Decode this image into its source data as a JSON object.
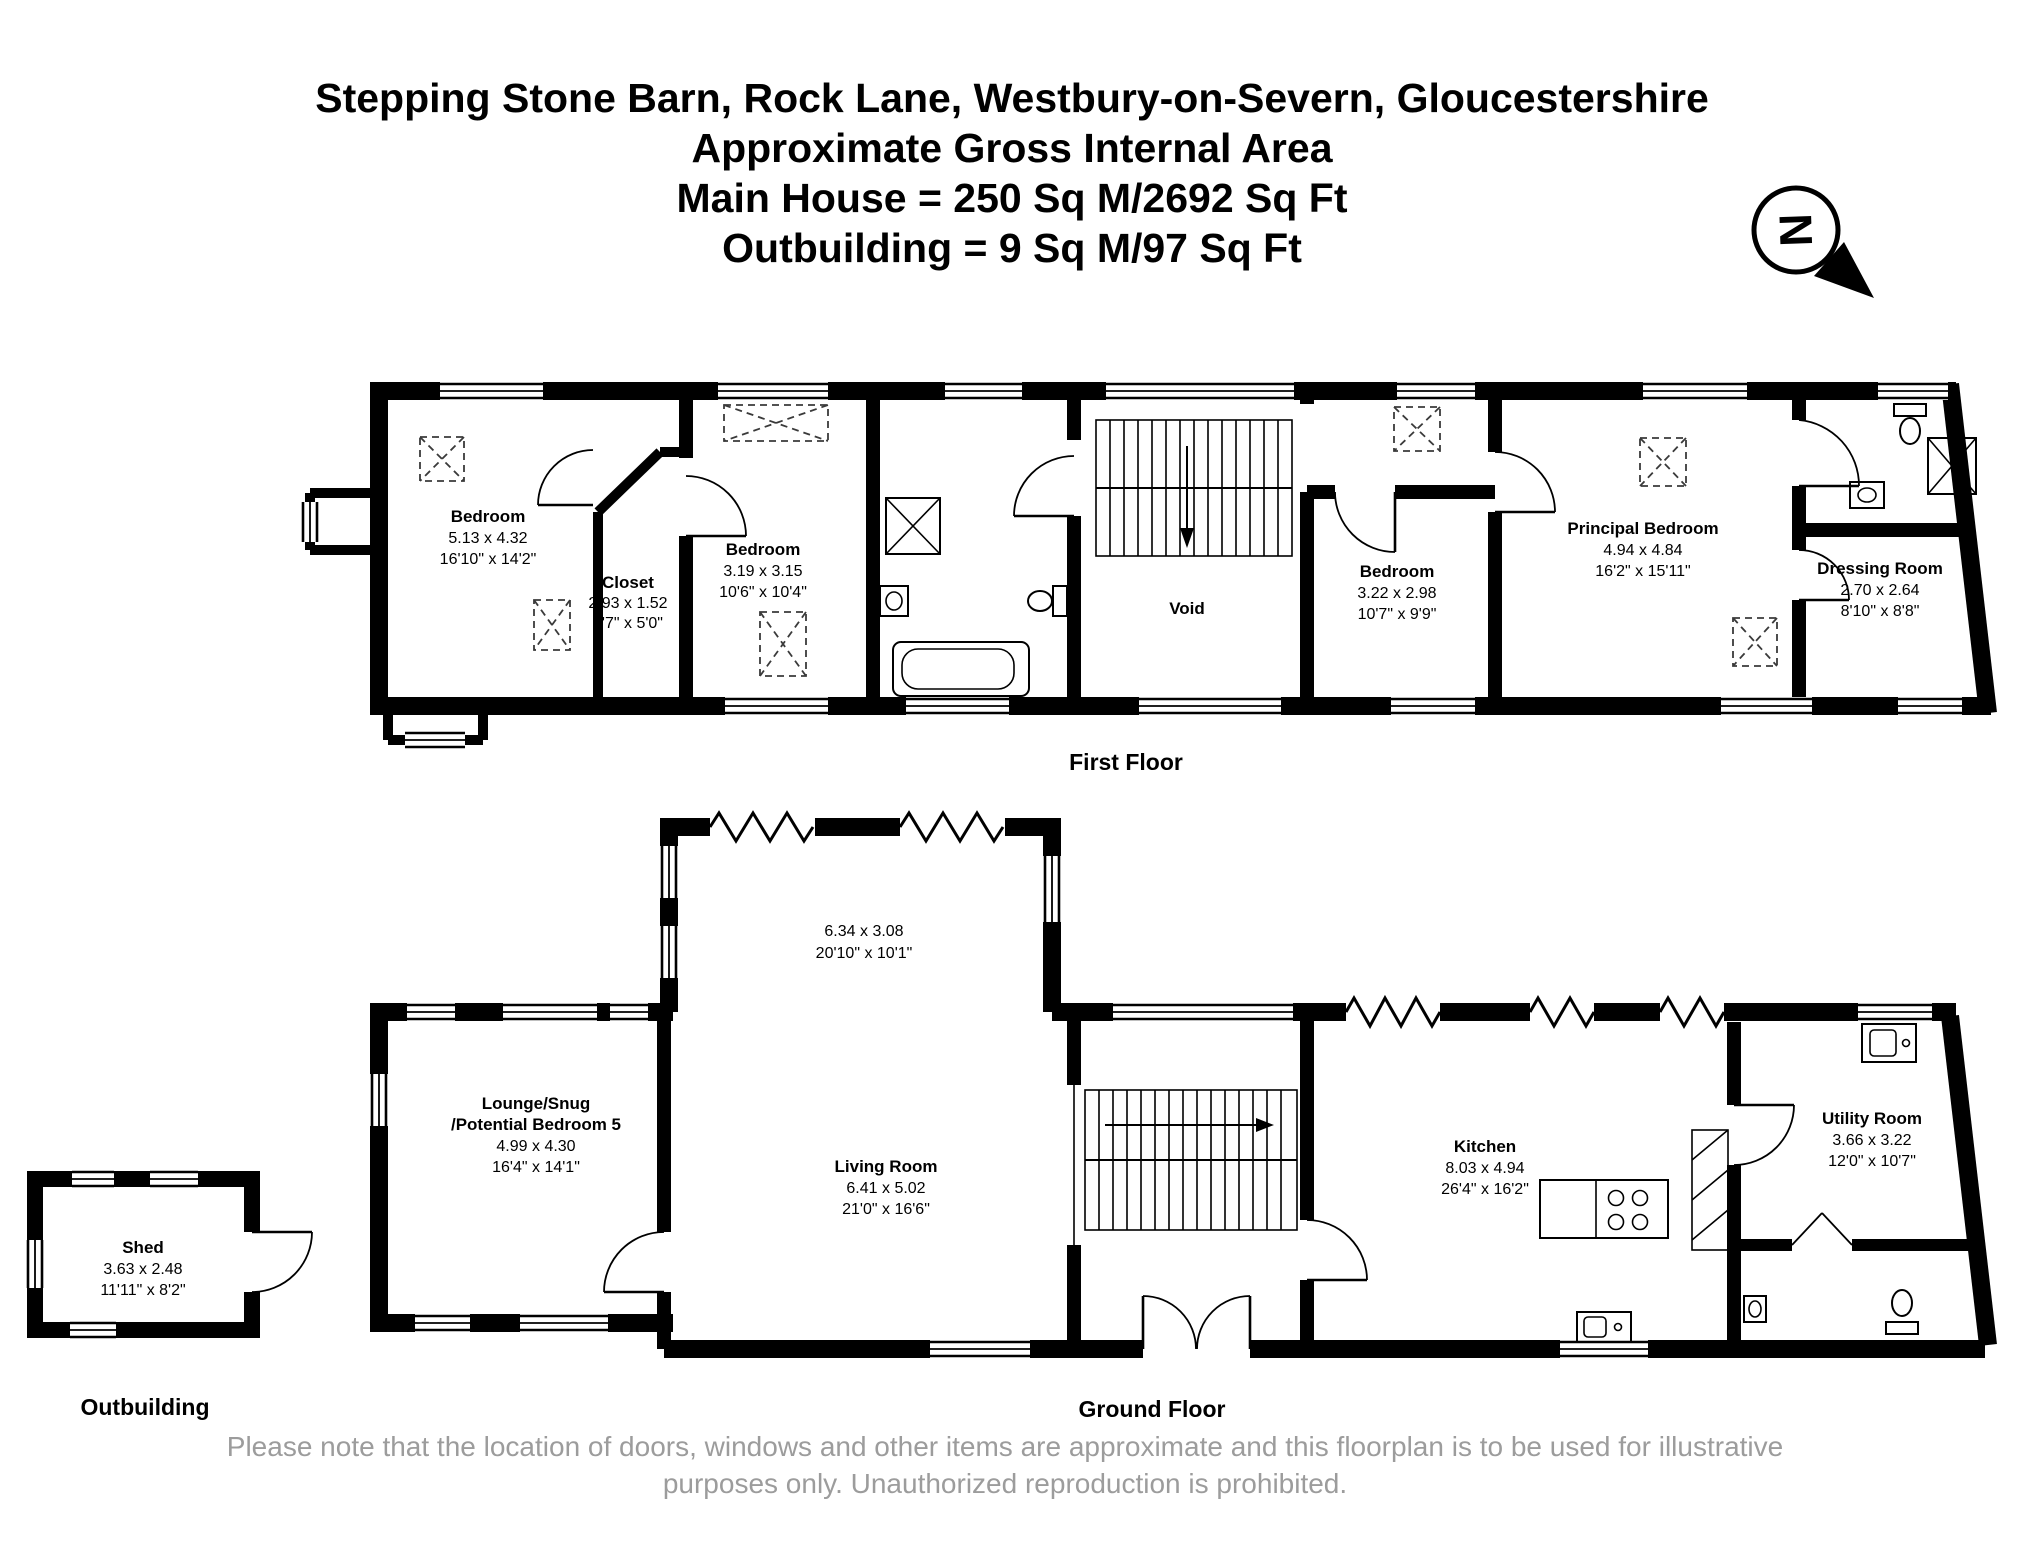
{
  "title": {
    "line1": "Stepping Stone Barn, Rock Lane, Westbury-on-Severn, Gloucestershire",
    "line2": "Approximate Gross Internal Area",
    "line3": "Main House = 250 Sq M/2692 Sq Ft",
    "line4": "Outbuilding = 9 Sq M/97 Sq Ft"
  },
  "compass": {
    "letter": "N"
  },
  "floor_labels": {
    "first": "First Floor",
    "ground": "Ground Floor",
    "outbuilding": "Outbuilding"
  },
  "rooms": {
    "bedroom1": {
      "name": "Bedroom",
      "metric": "5.13 x 4.32",
      "imperial": "16'10\" x 14'2\""
    },
    "closet": {
      "name": "Closet",
      "metric": "2.93 x 1.52",
      "imperial": "9'7\" x 5'0\""
    },
    "bedroom2": {
      "name": "Bedroom",
      "metric": "3.19 x 3.15",
      "imperial": "10'6\" x 10'4\""
    },
    "void": {
      "name": "Void"
    },
    "bedroom3": {
      "name": "Bedroom",
      "metric": "3.22 x 2.98",
      "imperial": "10'7\" x 9'9\""
    },
    "principal": {
      "name": "Principal Bedroom",
      "metric": "4.94 x 4.84",
      "imperial": "16'2\" x 15'11\""
    },
    "dressing": {
      "name": "Dressing Room",
      "metric": "2.70 x 2.64",
      "imperial": "8'10\" x 8'8\""
    },
    "landing": {
      "metric": "6.34 x 3.08",
      "imperial": "20'10\" x 10'1\""
    },
    "lounge": {
      "name": "Lounge/Snug",
      "name2": "/Potential Bedroom 5",
      "metric": "4.99 x 4.30",
      "imperial": "16'4\" x 14'1\""
    },
    "living": {
      "name": "Living Room",
      "metric": "6.41 x 5.02",
      "imperial": "21'0\" x 16'6\""
    },
    "kitchen": {
      "name": "Kitchen",
      "metric": "8.03 x 4.94",
      "imperial": "26'4\" x 16'2\""
    },
    "utility": {
      "name": "Utility Room",
      "metric": "3.66 x 3.22",
      "imperial": "12'0\" x 10'7\""
    },
    "shed": {
      "name": "Shed",
      "metric": "3.63 x 2.48",
      "imperial": "11'11\" x 8'2\""
    }
  },
  "footer": {
    "line1": "Please note that the location of doors, windows and other items are approximate and this floorplan is to be used for illustrative",
    "line2": "purposes only. Unauthorized reproduction is prohibited."
  }
}
